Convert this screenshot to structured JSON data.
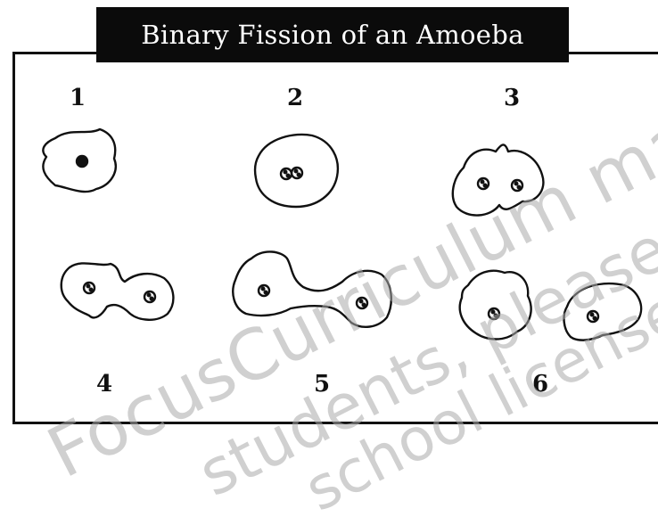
{
  "title": "Binary Fission of an Amoeba",
  "stages": [
    {
      "label": "1"
    },
    {
      "label": "2"
    },
    {
      "label": "3"
    },
    {
      "label": "4"
    },
    {
      "label": "5"
    },
    {
      "label": "6"
    }
  ],
  "watermark": {
    "line1": "FocusCurriculum mate",
    "line2": "students, please pu",
    "line3": "school license."
  },
  "colors": {
    "ink": "#111111",
    "title_bg": "#0b0b0b",
    "title_text": "#ffffff",
    "watermark": "#aaaaaa"
  }
}
